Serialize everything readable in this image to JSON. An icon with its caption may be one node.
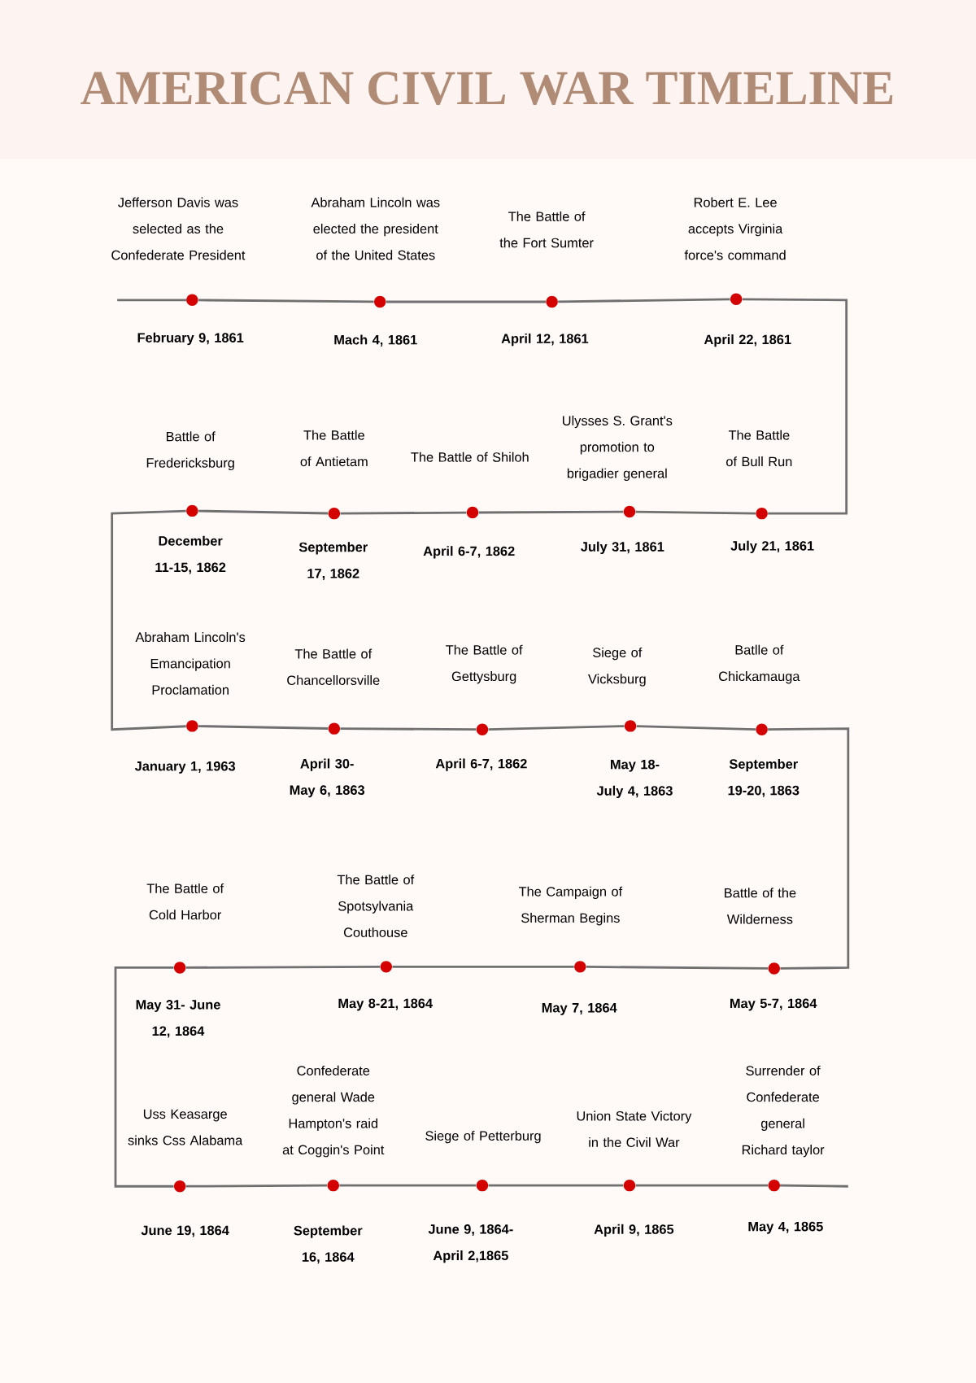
{
  "diagram": {
    "title": "AMERICAN CIVIL WAR TIMELINE",
    "nodes": [
      {
        "text": [
          "Jefferson Davis was selected as the Confederate President"
        ],
        "beside": [
          "February 9, 1861"
        ]
      },
      {
        "text": [
          "Abraham Lincoln was elected the president of the United States"
        ],
        "beside": [
          "Mach 4, 1861"
        ]
      },
      {
        "text": [
          "The Battle of the Fort Sumter"
        ],
        "beside": [
          "April 12, 1861"
        ]
      },
      {
        "text": [
          "Robert E. Lee accepts Virginia force's command"
        ],
        "beside": [
          "April 22, 1861"
        ]
      },
      {
        "text": [
          "Battle of Fredericksburg"
        ],
        "beside": [
          "December 11-15, 1862"
        ]
      },
      {
        "text": [
          "The Battle of Antietam"
        ],
        "beside": [
          "September 17, 1862"
        ]
      },
      {
        "text": [
          "The Battle of Shiloh"
        ],
        "beside": [
          "April 6-7, 1862"
        ]
      },
      {
        "text": [
          "Ulysses S. Grant's promotion to brigadier general"
        ],
        "beside": [
          "July 31, 1861"
        ]
      },
      {
        "text": [
          "The Battle of Bull Run"
        ],
        "beside": [
          "July 21, 1861"
        ]
      },
      {
        "text": [
          "Abraham Lincoln's Emancipation Proclamation"
        ],
        "beside": [
          "January 1, 1963"
        ]
      },
      {
        "text": [
          "The Battle of Chancellorsville"
        ],
        "beside": [
          "April 30- May 6, 1863"
        ]
      },
      {
        "text": [
          "The Battle of Gettysburg"
        ],
        "beside": [
          "April 6-7, 1862"
        ]
      },
      {
        "text": [
          "Siege of Vicksburg"
        ],
        "beside": [
          "May 18- July 4, 1863"
        ]
      },
      {
        "text": [
          "Batlle of Chickamauga"
        ],
        "beside": [
          "September 19-20, 1863"
        ]
      },
      {
        "text": [
          "The Battle of Cold Harbor"
        ],
        "beside": [
          "May 31- June 12, 1864"
        ]
      },
      {
        "text": [
          "The Battle of Spotsylvania Couthouse"
        ],
        "beside": [
          "May 8-21, 1864"
        ]
      },
      {
        "text": [
          "The Campaign of Sherman Begins"
        ],
        "beside": [
          "May 7, 1864"
        ]
      },
      {
        "text": [
          "Battle of the Wilderness"
        ],
        "beside": [
          "May 5-7, 1864"
        ]
      },
      {
        "text": [
          "Uss Keasarge sinks Css Alabama"
        ],
        "beside": [
          "June 19, 1864"
        ]
      },
      {
        "text": [
          "Confederate general Wade Hampton's raid at Coggin's Point"
        ],
        "beside": [
          "September 16, 1864"
        ]
      },
      {
        "text": [
          "Siege of Petterburg"
        ],
        "beside": [
          "June 9, 1864- April 2,1865"
        ]
      },
      {
        "text": [
          "Union State Victory in the Civil War"
        ],
        "beside": [
          "April 9, 1865"
        ]
      },
      {
        "text": [
          "Surrender of Confederate general Richard taylor"
        ],
        "beside": [
          "May 4, 1865"
        ]
      }
    ],
    "edges": [
      {
        "from": 0,
        "to": 1,
        "arrow": "none"
      },
      {
        "from": 1,
        "to": 2,
        "arrow": "none"
      },
      {
        "from": 2,
        "to": 3,
        "arrow": "none"
      },
      {
        "from": 3,
        "to": 8,
        "arrow": "none"
      },
      {
        "from": 8,
        "to": 7,
        "arrow": "none"
      },
      {
        "from": 7,
        "to": 6,
        "arrow": "none"
      },
      {
        "from": 6,
        "to": 5,
        "arrow": "none"
      },
      {
        "from": 5,
        "to": 4,
        "arrow": "none"
      },
      {
        "from": 4,
        "to": 9,
        "arrow": "none"
      },
      {
        "from": 9,
        "to": 10,
        "arrow": "none"
      },
      {
        "from": 10,
        "to": 11,
        "arrow": "none"
      },
      {
        "from": 11,
        "to": 12,
        "arrow": "none"
      },
      {
        "from": 12,
        "to": 13,
        "arrow": "none"
      },
      {
        "from": 13,
        "to": 17,
        "arrow": "none"
      },
      {
        "from": 17,
        "to": 16,
        "arrow": "none"
      },
      {
        "from": 16,
        "to": 15,
        "arrow": "none"
      },
      {
        "from": 15,
        "to": 14,
        "arrow": "none"
      },
      {
        "from": 14,
        "to": 18,
        "arrow": "none"
      },
      {
        "from": 18,
        "to": 19,
        "arrow": "none"
      },
      {
        "from": 19,
        "to": 20,
        "arrow": "none"
      },
      {
        "from": 20,
        "to": 21,
        "arrow": "none"
      },
      {
        "from": 21,
        "to": 22,
        "arrow": "none"
      }
    ]
  }
}
